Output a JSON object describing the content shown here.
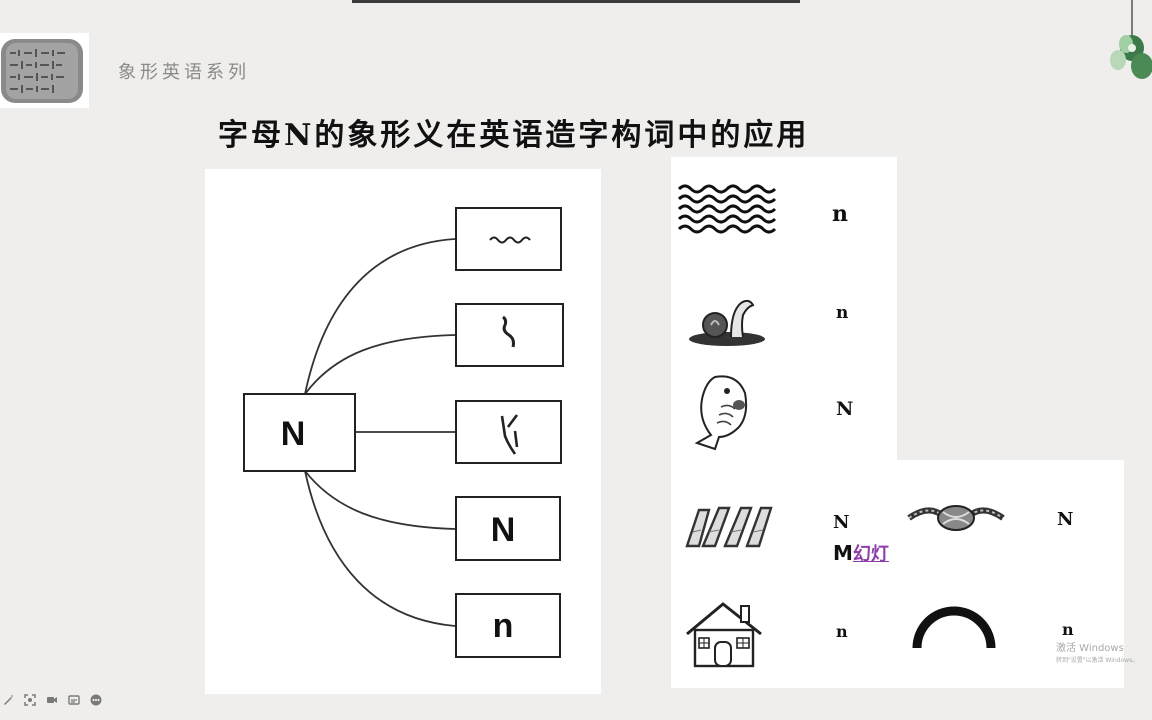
{
  "header": {
    "series": "象形英语系列",
    "title": "字母N的象形义在英语造字构词中的应用"
  },
  "diagram": {
    "root_label": "N",
    "branches": [
      "wave-glyph",
      "snake-glyph",
      "fish-glyph",
      "N",
      "n"
    ]
  },
  "panel_a": {
    "rows": [
      {
        "icon": "water-waves-icon",
        "label": "n"
      },
      {
        "icon": "snail-icon",
        "label": "n"
      },
      {
        "icon": "fish-icon",
        "label": "N"
      }
    ]
  },
  "panel_b": {
    "rows": [
      {
        "icon": "coil-spring-icon",
        "label": "N",
        "icon2": "knot-rope-icon",
        "label2": "N"
      },
      {
        "icon": "house-icon",
        "label": "n",
        "icon2": "arch-icon",
        "label2": "n"
      }
    ],
    "magic_prefix": "M",
    "magic_link": "幻灯"
  },
  "watermark": {
    "line1": "激活 Windows",
    "line2": "转到\"设置\"以激活 Windows。"
  },
  "toolbar": {
    "items": [
      "pen-icon",
      "screenshot-icon",
      "camera-icon",
      "subtitle-icon",
      "more-icon"
    ]
  },
  "colors": {
    "background": "#efeeec",
    "link": "#8e3ea8",
    "text": "#111111"
  }
}
